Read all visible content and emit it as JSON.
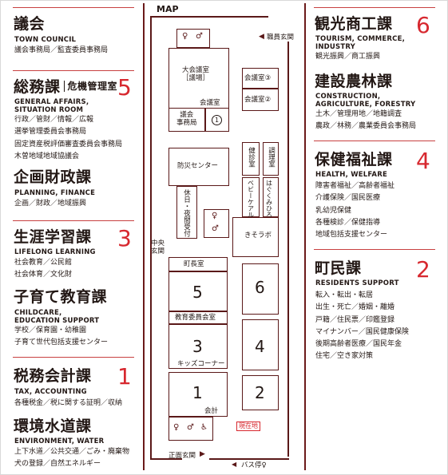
{
  "map_title": "MAP",
  "left": [
    {
      "title": "議会",
      "sub": "",
      "en": [
        "TOWN COUNCIL"
      ],
      "items": [
        "議会事務局／監査委員事務局"
      ],
      "num": ""
    },
    {
      "title": "総務課",
      "sub": "危機管理室",
      "en": [
        "GENERAL AFFAIRS,",
        "SITUATION ROOM"
      ],
      "items": [
        "行政／管財／情報／広報",
        "選挙管理委員会事務局",
        "固定資産税評価審査委員会事務局",
        "木曽地域地域協議会"
      ],
      "num": "5"
    },
    {
      "title": "企画財政課",
      "sub": "",
      "en": [
        "PLANNING, FINANCE"
      ],
      "items": [
        "企画／財政／地域振興"
      ],
      "num": ""
    },
    {
      "title": "生涯学習課",
      "sub": "",
      "en": [
        "LIFELONG LEARNING"
      ],
      "items": [
        "社会教育／公民館",
        "社会体育／文化財"
      ],
      "num": "3"
    },
    {
      "title": "子育て教育課",
      "sub": "",
      "en": [
        "CHILDCARE,",
        "EDUCATION SUPPORT"
      ],
      "items": [
        "学校／保育園・幼稚園",
        "子育て世代包括支援センター"
      ],
      "num": ""
    },
    {
      "title": "税務会計課",
      "sub": "",
      "en": [
        "TAX, ACCOUNTING"
      ],
      "items": [
        "各種税金／税に関する証明／収納"
      ],
      "num": "1"
    },
    {
      "title": "環境水道課",
      "sub": "",
      "en": [
        "ENVIRONMENT, WATER"
      ],
      "items": [
        "上下水道／公共交通／ごみ・廃棄物",
        "犬の登録／自然エネルギー"
      ],
      "num": ""
    }
  ],
  "right": [
    {
      "title": "観光商工課",
      "en": [
        "TOURISM, COMMERCE,",
        "INDUSTRY"
      ],
      "items": [
        "観光振興／商工振興"
      ],
      "num": "6"
    },
    {
      "title": "建設農林課",
      "en": [
        "CONSTRUCTION,",
        "AGRICULTURE, FORESTRY"
      ],
      "items": [
        "土木／管理用地／地籍調査",
        "農政／林務／農業委員会事務局"
      ],
      "num": ""
    },
    {
      "title": "保健福祉課",
      "en": [
        "HEALTH, WELFARE"
      ],
      "items": [
        "障害者福祉／高齢者福祉",
        "介護保険／国民医療",
        "乳幼児保健",
        "各種検診／保健指導",
        "地域包括支援センター"
      ],
      "num": "4"
    },
    {
      "title": "町民課",
      "en": [
        "RESIDENTS SUPPORT"
      ],
      "items": [
        "転入・転出・転居",
        "出生・死亡／婚姻・離婚",
        "戸籍／住民票／印鑑登録",
        "マイナンバー／国民健康保険",
        "後期高齢者医療／国民年金",
        "住宅／空き家対策"
      ],
      "num": "2"
    }
  ],
  "map": {
    "staff_entrance": "職員玄関",
    "council_hall": [
      "大会議室",
      "［議場］"
    ],
    "meeting_room": "会議室",
    "council_office": [
      "議会",
      "事務局"
    ],
    "disaster_center": "防災センター",
    "night_reception": "休日・夜間受付",
    "central_entrance": [
      "中央",
      "玄関"
    ],
    "meeting3": "会議室③",
    "meeting2": "会議室②",
    "health_room": "健診室",
    "kitchen": "調理室",
    "baby_room": "ベビーケアルーム",
    "hagukumi": "はぐくみひろば",
    "kisolabo": "きそラボ",
    "mayor_room": "町長室",
    "board_room": "教育委員会室",
    "kids_corner": "キッズコーナー",
    "accounting": "会計",
    "main_entrance": "正面玄関",
    "bus_stop": "バス停",
    "here": "現在地",
    "rooms": [
      "5",
      "3",
      "1",
      "6",
      "4",
      "2"
    ],
    "circle_num": "1"
  }
}
